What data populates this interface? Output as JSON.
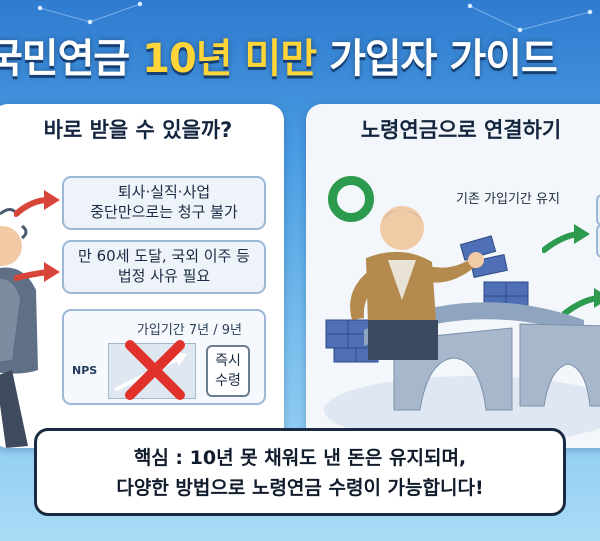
{
  "header": {
    "title_pre": "국민연금 ",
    "title_highlight": "10년 미만",
    "title_post": " 가입자 가이드"
  },
  "left_panel": {
    "heading": "바로 받을 수 있을까?",
    "card1": {
      "line1": "퇴사·실직·사업",
      "line2": "중단만으로는 청구 불가"
    },
    "card2": {
      "line1": "만 60세 도달, 국외 이주 등",
      "line2": "법정 사유 필요"
    },
    "card3": {
      "period_label": "가입기간 7년 / 9년",
      "nps_label": "NPS",
      "tag_line1": "즉시",
      "tag_line2": "수령"
    }
  },
  "right_panel": {
    "heading": "노령연금으로 연결하기",
    "label": "기존 가입기간 유지"
  },
  "footer_note": {
    "line1": "핵심 : 10년 못 채워도 낸 돈은 유지되며,",
    "line2": "다양한 방법으로 노령연금 수령이 가능합니다!"
  },
  "colors": {
    "accent_yellow": "#ffd53a",
    "arrow_red": "#d8463a",
    "arrow_green": "#2d9b4d",
    "x_red": "#e0322b"
  },
  "icons": [
    "red-arrow-icon",
    "green-arrow-icon",
    "x-mark-icon",
    "circle-icon"
  ]
}
